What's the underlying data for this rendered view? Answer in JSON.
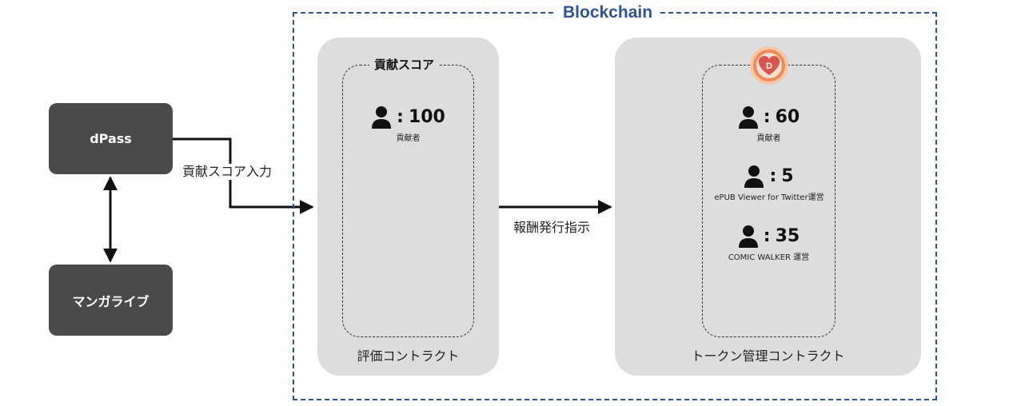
{
  "blockchain": {
    "title": "Blockchain",
    "frame_color": "#2f5496"
  },
  "nodes": {
    "dpass": "dPass",
    "manga": "マンガライブ"
  },
  "edges": {
    "score_input": "貢献スコア入力",
    "reward_issue": "報酬発行指示"
  },
  "evaluation_contract": {
    "caption": "評価コントラクト",
    "box_title": "貢献スコア",
    "entries": [
      {
        "icon": "person-icon",
        "value": "100",
        "label": "貢献者"
      }
    ]
  },
  "token_contract": {
    "caption": "トークン管理コントラクト",
    "logo": {
      "icon": "token-logo-icon",
      "letter": "D"
    },
    "entries": [
      {
        "icon": "person-icon",
        "value": "60",
        "label": "貢献者"
      },
      {
        "icon": "person-icon",
        "value": "5",
        "label": "ePUB Viewer for Twitter運営"
      },
      {
        "icon": "person-icon",
        "value": "35",
        "label": "COMIC WALKER 運営"
      }
    ]
  },
  "colors": {
    "dark_box": "#4a4a4a",
    "panel": "#dddddd",
    "accent": "#2f5496",
    "logo_orange": "#f0a070",
    "logo_red": "#d9534f"
  }
}
